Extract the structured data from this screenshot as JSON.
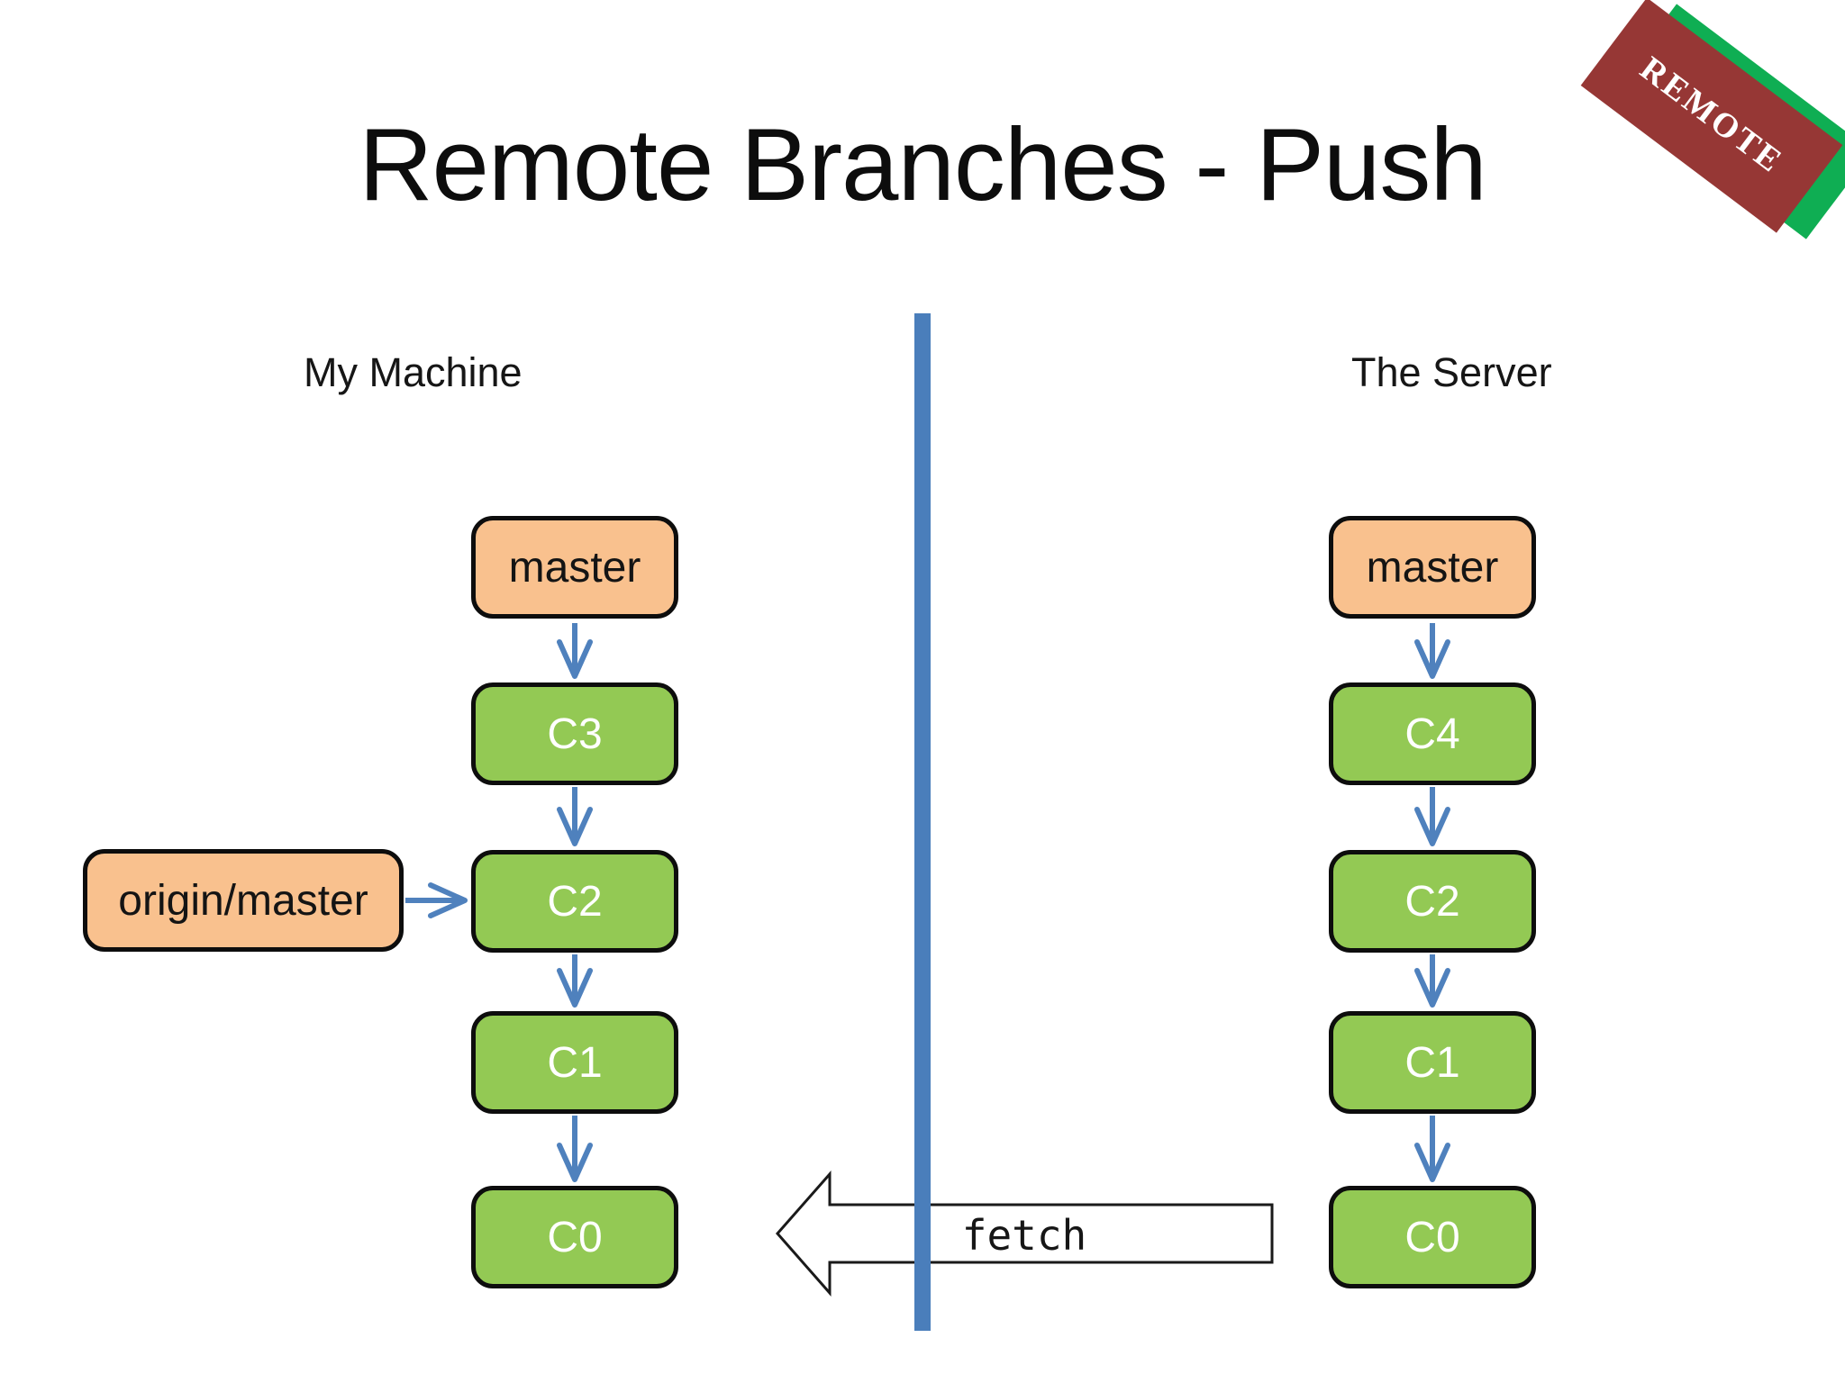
{
  "title": "Remote Branches - Push",
  "badge": {
    "label": "REMOTE"
  },
  "machine": {
    "heading": "My Machine",
    "branch_label": "master",
    "remote_tracking_label": "origin/master",
    "commits": [
      "C3",
      "C2",
      "C1",
      "C0"
    ]
  },
  "server": {
    "heading": "The Server",
    "branch_label": "master",
    "commits": [
      "C4",
      "C2",
      "C1",
      "C0"
    ]
  },
  "fetch": {
    "label": "fetch"
  },
  "colors": {
    "branch_box_fill": "#f9c18e",
    "commit_box_fill": "#93c954",
    "box_border": "#0d0d0d",
    "connector_arrow_blue": "#4f81bd",
    "divider_blue": "#4a7ebb",
    "badge_red": "#963735",
    "badge_green": "#0fae53",
    "fetch_arrow_fill": "#ffffff",
    "fetch_arrow_outline": "#1a1a1a"
  }
}
